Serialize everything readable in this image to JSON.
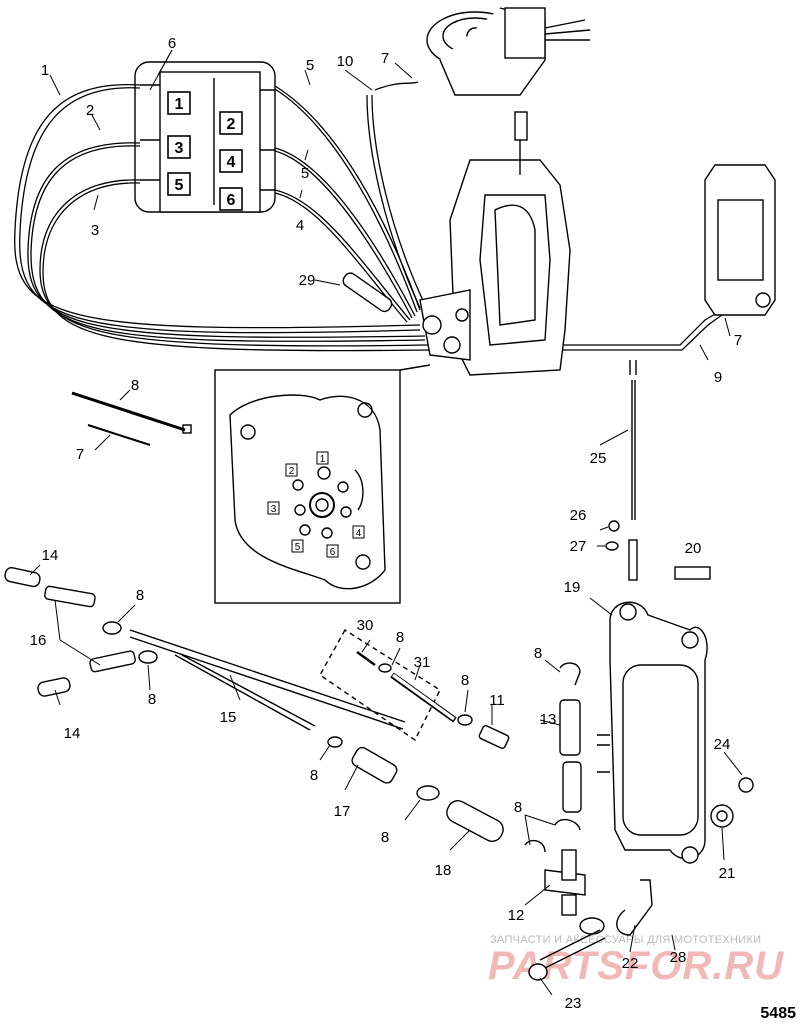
{
  "watermark": {
    "caption": "ЗАПЧАСТИ И АКСЕССУАРЫ ДЛЯ МОТОТЕХНИКИ",
    "logo": "PARTSFOR.RU"
  },
  "diagram_id": "5485",
  "manifold_numbers": [
    "1",
    "2",
    "3",
    "4",
    "5",
    "6"
  ],
  "callouts": [
    "1",
    "2",
    "3",
    "4",
    "5",
    "6",
    "7",
    "8",
    "9",
    "10",
    "11",
    "12",
    "13",
    "14",
    "15",
    "16",
    "17",
    "18",
    "19",
    "20",
    "21",
    "22",
    "23",
    "24",
    "25",
    "26",
    "27",
    "28",
    "29",
    "30",
    "31"
  ]
}
